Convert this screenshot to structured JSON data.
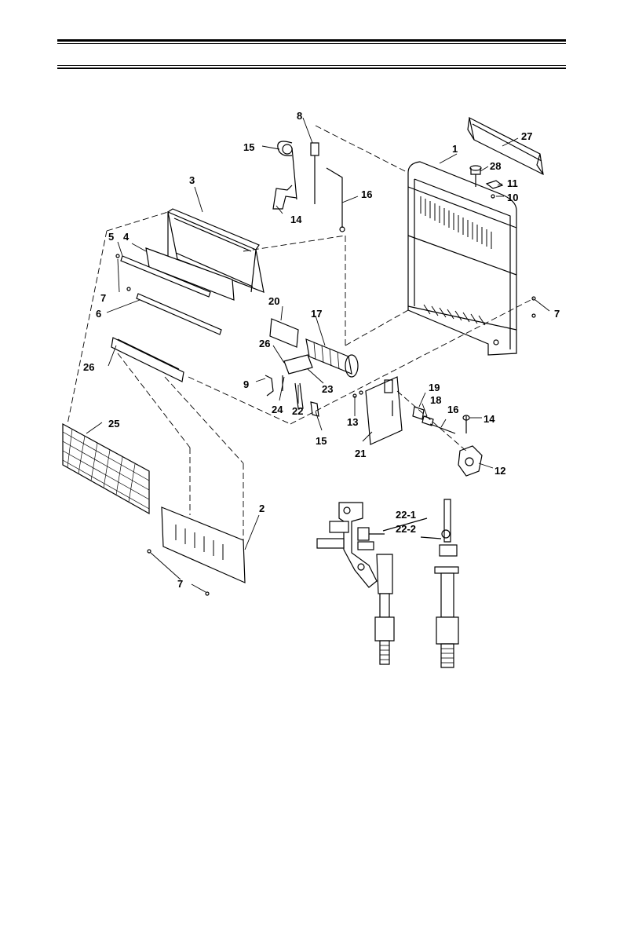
{
  "labels": {
    "l1": "1",
    "l2": "2",
    "l3": "3",
    "l4": "4",
    "l5": "5",
    "l6": "6",
    "l7": "7",
    "l8": "8",
    "l9": "9",
    "l10": "10",
    "l11": "11",
    "l12": "12",
    "l13": "13",
    "l14": "14",
    "l15": "15",
    "l16": "16",
    "l17": "17",
    "l18": "18",
    "l19": "19",
    "l20": "20",
    "l21": "21",
    "l22": "22",
    "l22_1": "22-1",
    "l22_2": "22-2",
    "l23": "23",
    "l24": "24",
    "l25": "25",
    "l26": "26",
    "l27": "27",
    "l28": "28"
  }
}
